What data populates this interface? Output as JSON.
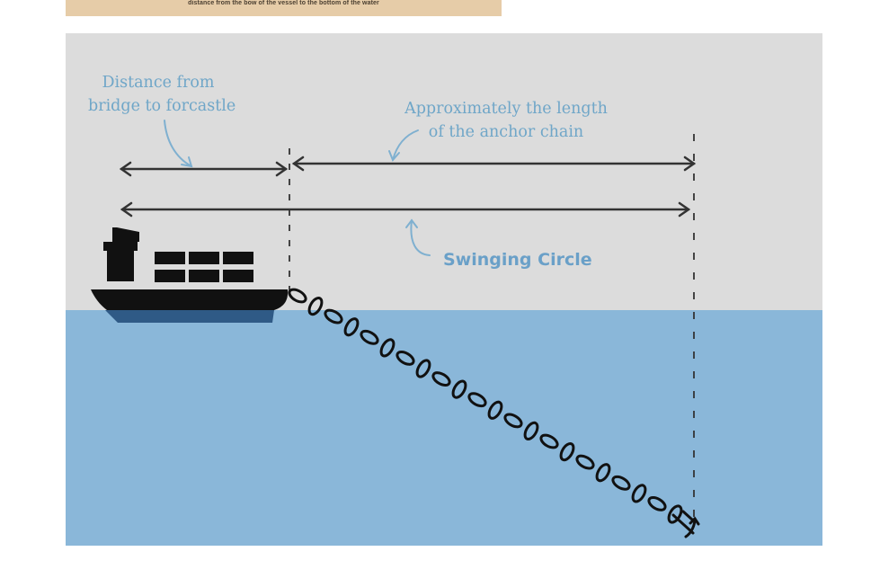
{
  "caption_strip": {
    "text": "distance from the bow of the vessel to the bottom of the water"
  },
  "diagram": {
    "labels": {
      "bridge_line1": "Distance from",
      "bridge_line2": "bridge to forcastle",
      "chain_line1": "Approximately the length",
      "chain_line2": "of the anchor chain",
      "swing": "Swinging Circle"
    },
    "colors": {
      "sky": "#dcdcdc",
      "water": "#8ab7d9",
      "label_blue": "#6fa6c8",
      "ship": "#111111",
      "ship_stripe": "#2f5a86",
      "arrow": "#333333"
    },
    "icons": [
      "container-ship-icon",
      "anchor-chain-icon",
      "anchor-icon"
    ]
  }
}
